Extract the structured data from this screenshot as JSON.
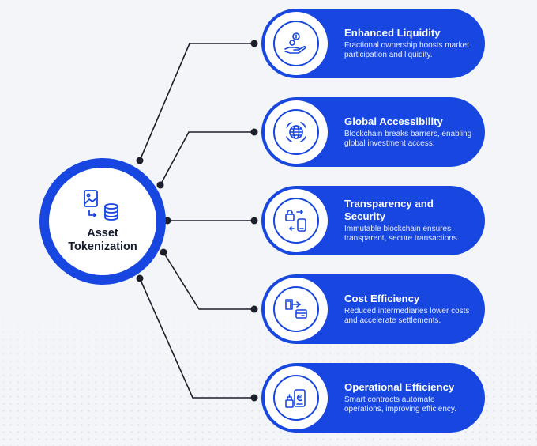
{
  "hub": {
    "title_line1": "Asset",
    "title_line2": "Tokenization",
    "icon": "image-to-database-icon"
  },
  "benefits": [
    {
      "title": "Enhanced Liquidity",
      "description": "Fractional ownership boosts market participation and liquidity.",
      "icon": "hand-coins-icon"
    },
    {
      "title": "Global Accessibility",
      "description": "Blockchain breaks barriers, enabling global investment access.",
      "icon": "globe-network-icon"
    },
    {
      "title": "Transparency and Security",
      "description": "Immutable blockchain ensures transparent, secure transactions.",
      "icon": "lock-phone-icon"
    },
    {
      "title": "Cost Efficiency",
      "description": "Reduced intermediaries lower costs and accelerate settlements.",
      "icon": "wallet-transfer-icon"
    },
    {
      "title": "Operational Efficiency",
      "description": "Smart contracts automate operations, improving efficiency.",
      "icon": "euro-phone-icon"
    }
  ],
  "colors": {
    "primary": "#1746e0",
    "connector": "#1c1f2a",
    "background": "#f4f5f8"
  }
}
